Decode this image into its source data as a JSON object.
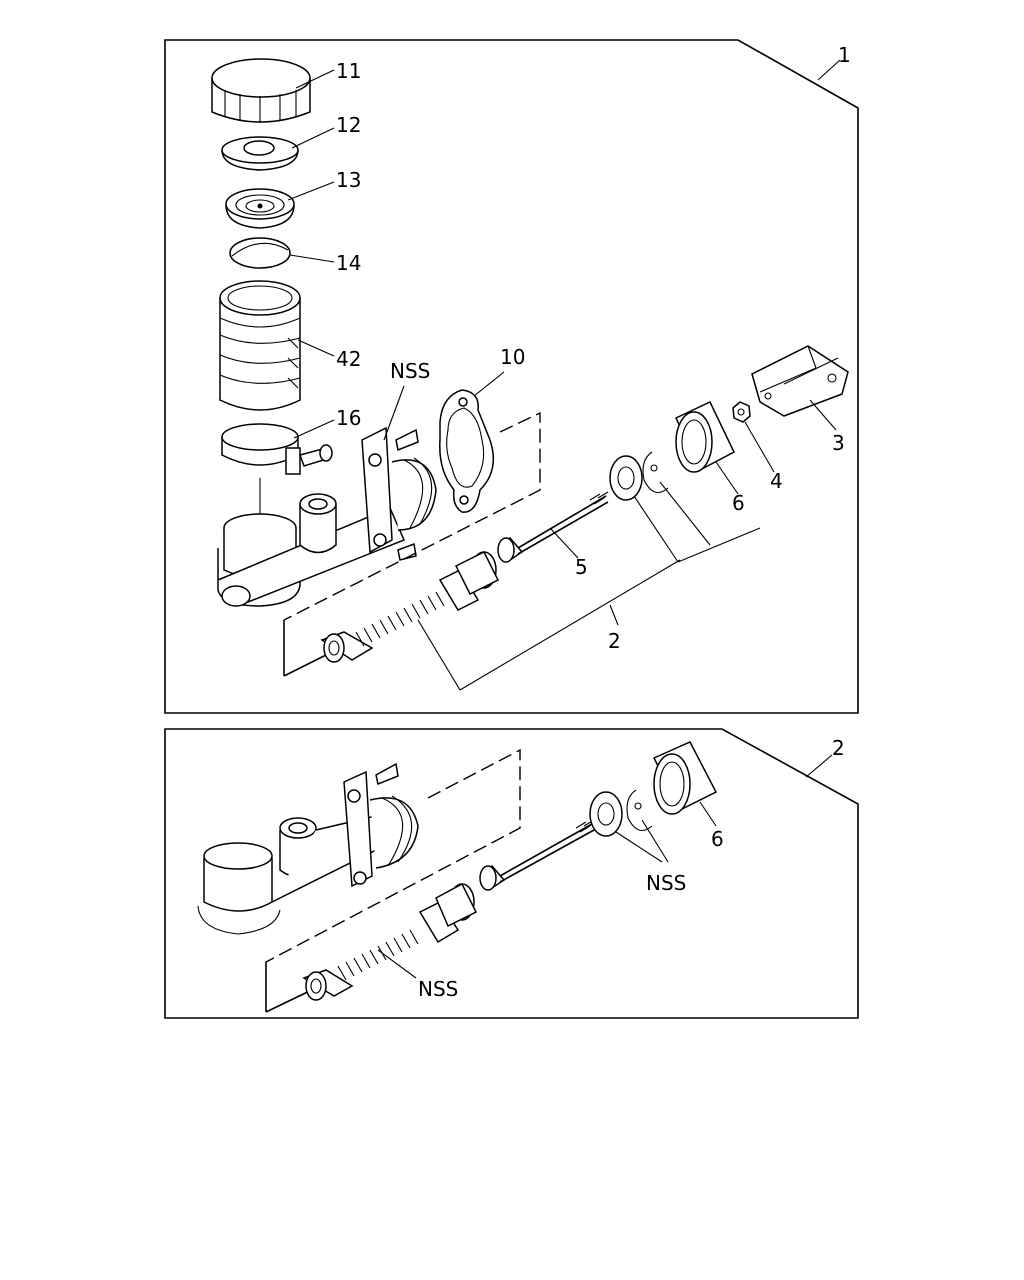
{
  "diagram": {
    "panel_1": {
      "assembly_label": "1",
      "callouts": {
        "c11": "11",
        "c12": "12",
        "c13": "13",
        "c14": "14",
        "c42": "42",
        "c16": "16",
        "nss": "NSS",
        "c10": "10",
        "c3": "3",
        "c4": "4",
        "c6": "6",
        "c5": "5",
        "c2": "2"
      }
    },
    "panel_2": {
      "assembly_label": "2",
      "callouts": {
        "c6": "6",
        "nss_ring": "NSS",
        "nss_spring": "NSS"
      }
    }
  }
}
